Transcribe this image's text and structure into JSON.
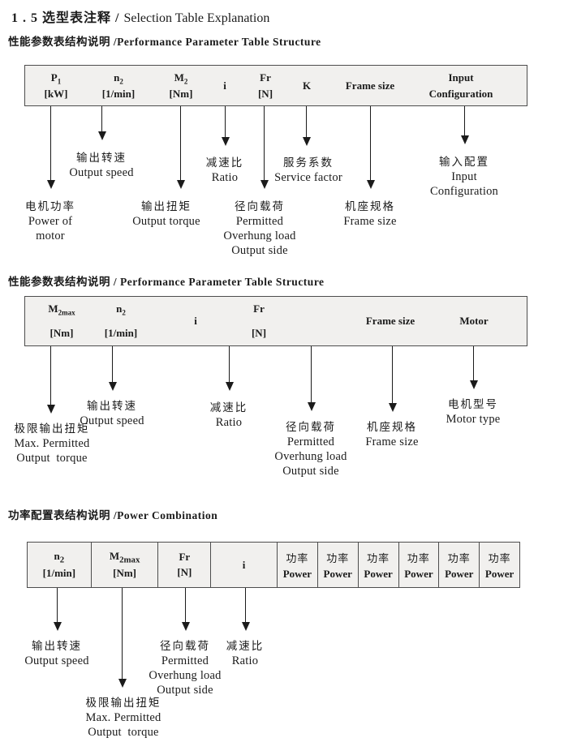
{
  "title": {
    "zh": "1 . 5 选型表注释 / ",
    "en": "Selection Table Explanation"
  },
  "s1": {
    "heading": "性能参数表结构说明 /Performance Parameter Table Structure",
    "cols": [
      {
        "top": "P",
        "sub": "1",
        "bottom": "[kW]"
      },
      {
        "top": "n",
        "sub": "2",
        "bottom": "[1/min]"
      },
      {
        "top": "M",
        "sub": "2",
        "bottom": "[Nm]"
      },
      {
        "top": "i"
      },
      {
        "top": "Fr",
        "bottom": "[N]"
      },
      {
        "top": "K"
      },
      {
        "top": "Frame size"
      },
      {
        "top": "Input",
        "bottom": "Configuration"
      }
    ],
    "callouts": [
      {
        "zh": "电机功率",
        "en1": "Power of",
        "en2": "motor"
      },
      {
        "zh": "输出转速",
        "en1": "Output speed"
      },
      {
        "zh": "输出扭矩",
        "en1": "Output torque"
      },
      {
        "zh": "减速比",
        "en1": "Ratio"
      },
      {
        "zh": "径向载荷",
        "en1": "Permitted",
        "en2": "Overhung load",
        "en3": "Output side"
      },
      {
        "zh": "服务系数",
        "en1": "Service factor"
      },
      {
        "zh": "机座规格",
        "en1": "Frame size"
      },
      {
        "zh": "输入配置",
        "en1": "Input",
        "en2": "Configuration"
      }
    ]
  },
  "s2": {
    "heading": "性能参数表结构说明 / Performance Parameter Table Structure",
    "cols": [
      {
        "top": "M",
        "sub": "2max",
        "bottom": "[Nm]"
      },
      {
        "top": "n",
        "sub": "2",
        "bottom": "[1/min]"
      },
      {
        "top": "i"
      },
      {
        "top": "Fr",
        "bottom": "[N]"
      },
      {
        "top": "Frame size"
      },
      {
        "top": "Motor"
      }
    ],
    "callouts": [
      {
        "zh": "极限输出扭矩",
        "en1": "Max. Permitted",
        "en2": "Output  torque"
      },
      {
        "zh": "输出转速",
        "en1": "Output speed"
      },
      {
        "zh": "减速比",
        "en1": "Ratio"
      },
      {
        "zh": "径向载荷",
        "en1": "Permitted",
        "en2": "Overhung load",
        "en3": "Output side"
      },
      {
        "zh": "机座规格",
        "en1": "Frame size"
      },
      {
        "zh": "电机型号",
        "en1": "Motor type"
      }
    ]
  },
  "s3": {
    "heading": "功率配置表结构说明 /Power Combination",
    "cols": [
      {
        "top": "n",
        "sub": "2",
        "bottom": "[1/min]"
      },
      {
        "top": "M",
        "sub": "2max",
        "bottom": "[Nm]"
      },
      {
        "top": "Fr",
        "bottom": "[N]"
      },
      {
        "top": "i"
      }
    ],
    "power_cell": {
      "zh": "功率",
      "en": "Power"
    },
    "callouts": [
      {
        "zh": "输出转速",
        "en1": "Output speed"
      },
      {
        "zh": "极限输出扭矩",
        "en1": "Max. Permitted",
        "en2": "Output  torque"
      },
      {
        "zh": "径向载荷",
        "en1": "Permitted",
        "en2": "Overhung load",
        "en3": "Output side"
      },
      {
        "zh": "减速比",
        "en1": "Ratio"
      }
    ]
  }
}
